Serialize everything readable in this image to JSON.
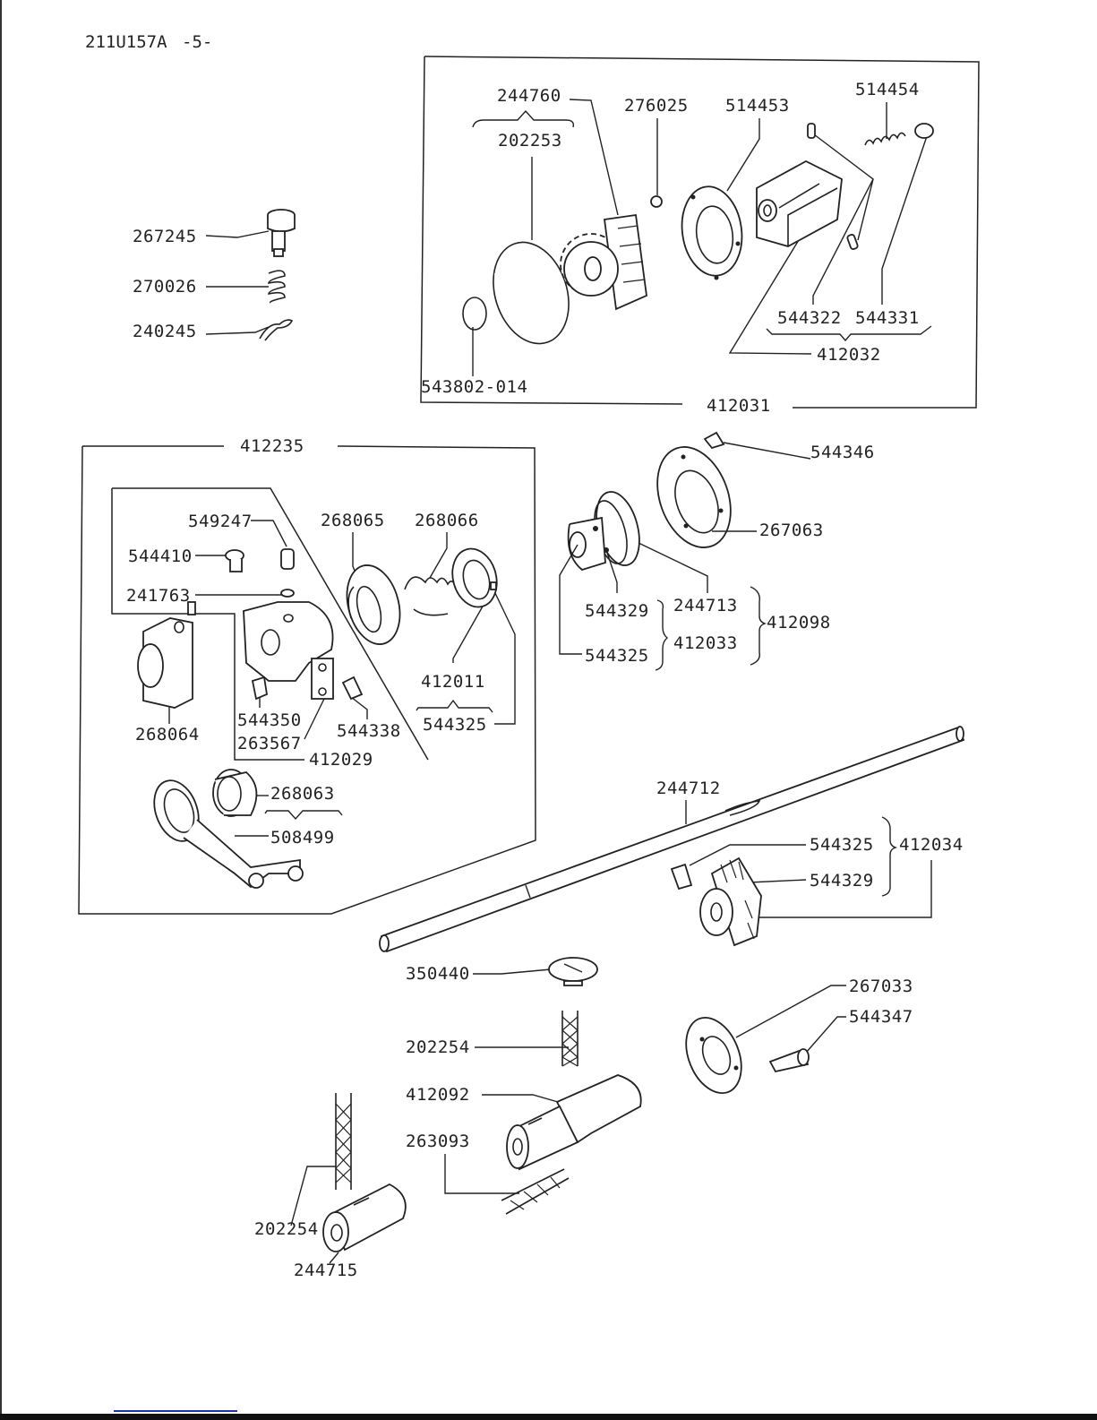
{
  "header": {
    "doc_id": "211U157A",
    "page": "-5-"
  },
  "top_left_group": {
    "parts": [
      "267245",
      "270026",
      "240245"
    ]
  },
  "box_412031": {
    "assembly": "412031",
    "parts": {
      "p244760": "244760",
      "p202253": "202253",
      "p276025": "276025",
      "p514453": "514453",
      "p514454": "514454",
      "p544322": "544322",
      "p544331": "544331",
      "p412032": "412032",
      "p543802": "543802-014"
    }
  },
  "box_412235": {
    "assembly": "412235",
    "parts": {
      "p549247": "549247",
      "p544410": "544410",
      "p241763": "241763",
      "p268065": "268065",
      "p268066": "268066",
      "p412011": "412011",
      "p544325": "544325",
      "p268064": "268064",
      "p544350": "544350",
      "p263567": "263567",
      "p544338": "544338",
      "p412029": "412029",
      "p268063": "268063",
      "p508499": "508499"
    }
  },
  "group_412098": {
    "assembly": "412098",
    "parts": {
      "p544346": "544346",
      "p267063": "267063",
      "p544329": "544329",
      "p544325": "544325",
      "p244713": "244713",
      "p412033": "412033"
    }
  },
  "shaft_group": {
    "parts": {
      "p244712": "244712",
      "p544325": "544325",
      "p544329": "544329",
      "p412034": "412034"
    }
  },
  "bottom_group": {
    "parts": {
      "p350440": "350440",
      "p202254a": "202254",
      "p412092": "412092",
      "p263093": "263093",
      "p267033": "267033",
      "p544347": "544347",
      "p202254b": "202254",
      "p244715": "244715"
    }
  },
  "colors": {
    "ink": "#222222",
    "paper": "#ffffff",
    "accent_line": "#1b2fc4"
  }
}
